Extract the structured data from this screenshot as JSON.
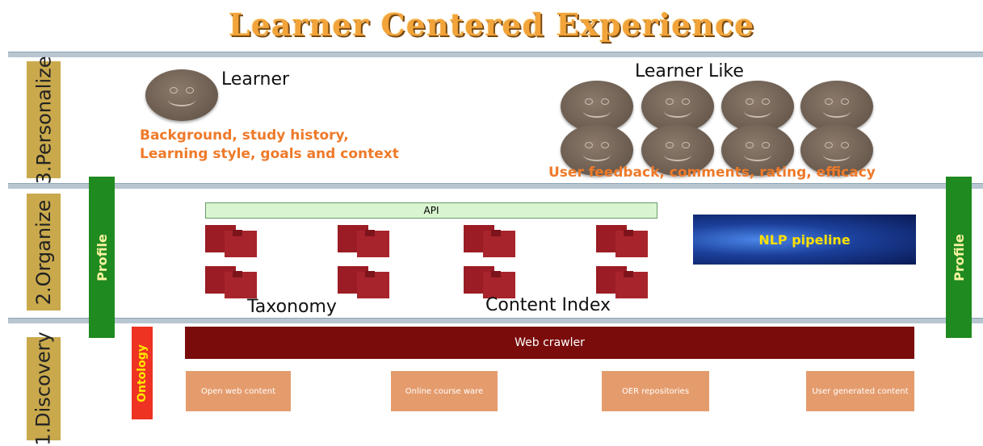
{
  "title": "Learner Centered Experience",
  "layers": {
    "personalize": "3.Personalize",
    "organize": "2.Organize",
    "discovery": "1.Discovery"
  },
  "profile_left": "Profile",
  "profile_right": "Profile",
  "ontology": "Ontology",
  "personalize": {
    "learner": "Learner",
    "learner_attrs_line1": "Background, study history,",
    "learner_attrs_line2": "Learning style, goals and context",
    "learner_like": "Learner Like",
    "feedback": "User feedback, comments, rating, efficacy"
  },
  "organize": {
    "api": "API",
    "taxonomy": "Taxonomy",
    "content_index": "Content Index",
    "nlp": "NLP pipeline"
  },
  "discovery": {
    "crawler": "Web crawler",
    "sources": [
      "Open web content",
      "Online course ware",
      "OER repositories",
      "User generated content"
    ]
  },
  "colors": {
    "title": "#f2a43a",
    "layer_label": "#c9a94c",
    "profile": "#1f8a1f",
    "orange_text": "#ee7a2a",
    "doc": "#9b1c24",
    "crawler": "#7a0c0c",
    "source_box": "#e59c6d",
    "ontology": "#ee3322"
  }
}
